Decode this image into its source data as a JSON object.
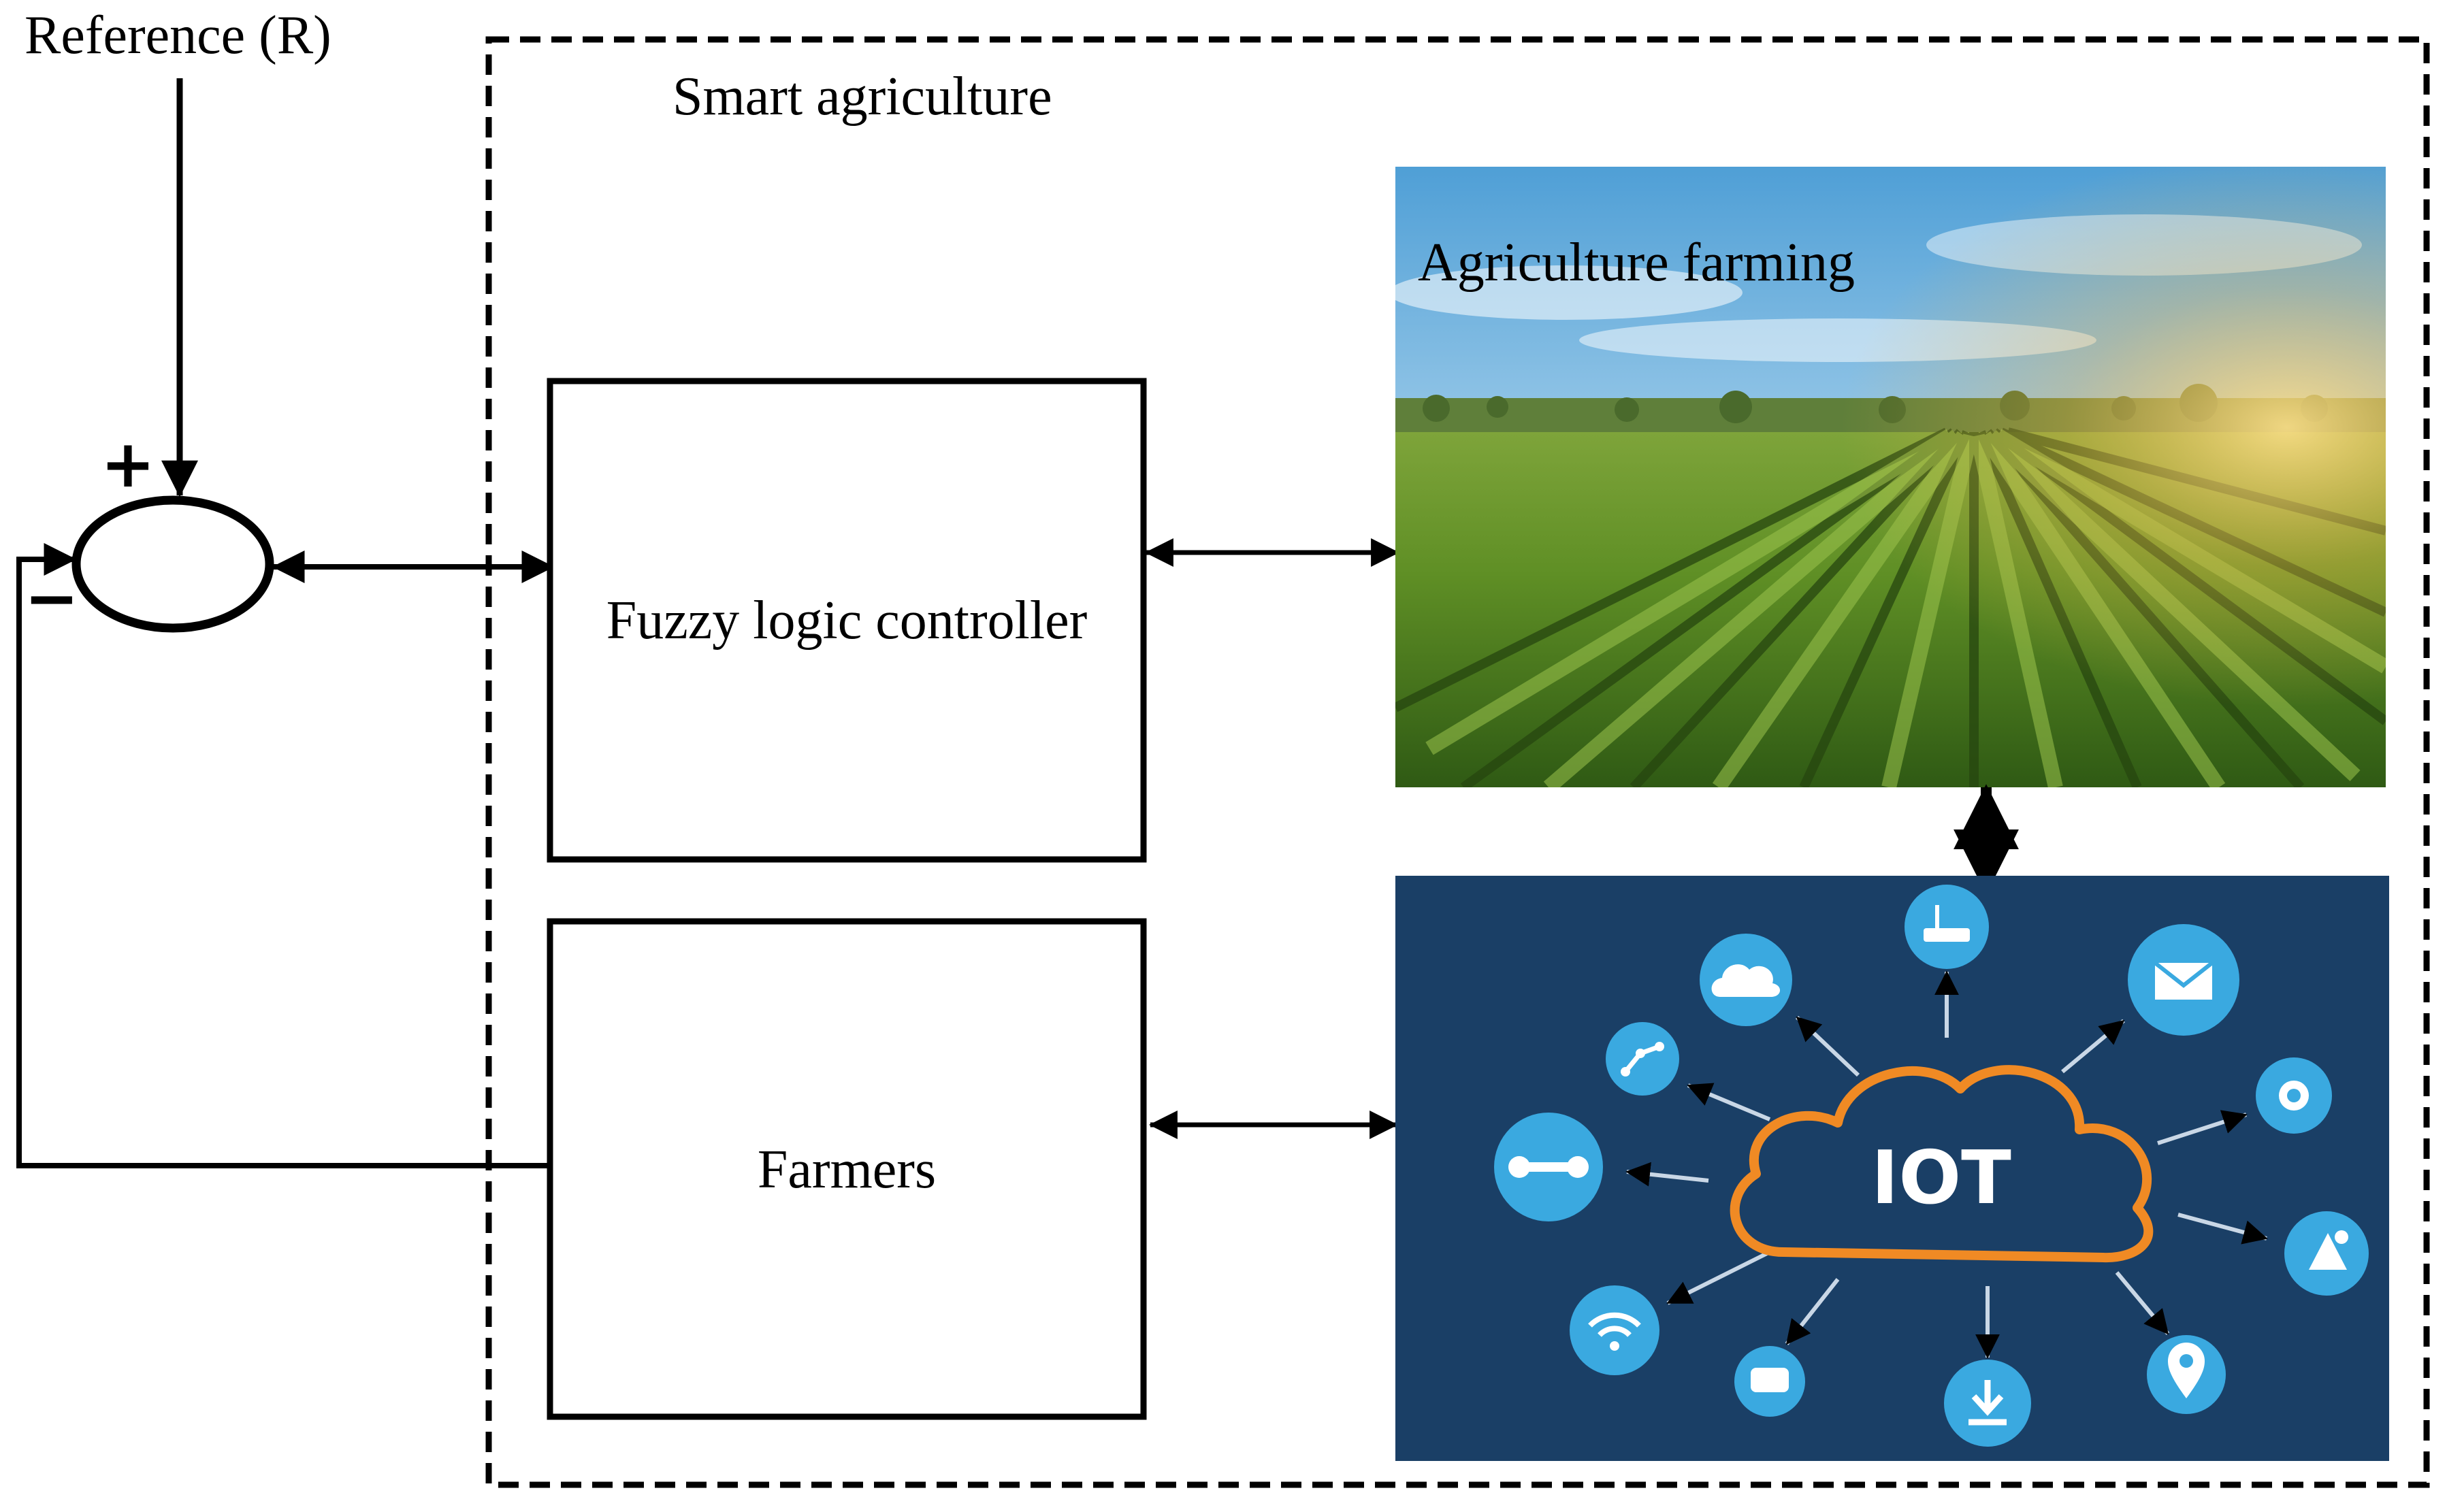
{
  "reference_label": "Reference (R)",
  "plus_sign": "+",
  "minus_sign": "−",
  "boundary_label": "Smart agriculture",
  "controller_label": "Fuzzy logic controller",
  "farmers_label": "Farmers",
  "farm_label": "Agriculture farming",
  "iot_label": "IOT",
  "colors": {
    "line": "#000000",
    "iot_background": "#1a3f66",
    "iot_cloud": "#f08a24",
    "iot_node": "#3aa9e0"
  },
  "iot_nodes": [
    {
      "name": "router-icon"
    },
    {
      "name": "mail-icon"
    },
    {
      "name": "camera-icon"
    },
    {
      "name": "satellite-icon"
    },
    {
      "name": "location-icon"
    },
    {
      "name": "download-icon"
    },
    {
      "name": "chat-icon"
    },
    {
      "name": "wifi-icon"
    },
    {
      "name": "tools-icon"
    },
    {
      "name": "graph-icon"
    },
    {
      "name": "cloud-icon"
    }
  ]
}
